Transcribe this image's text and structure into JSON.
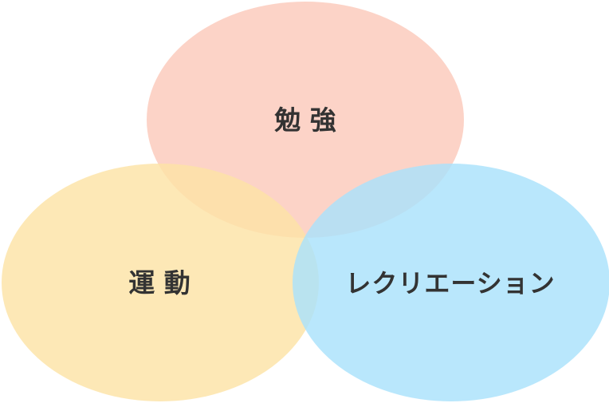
{
  "diagram": {
    "type": "venn",
    "sets": [
      {
        "id": "study",
        "label": "勉 強",
        "color": "#fbc9bb"
      },
      {
        "id": "exercise",
        "label": "運 動",
        "color": "#fde3a6"
      },
      {
        "id": "recreation",
        "label": "レクリエーション",
        "color": "#a9e2fb"
      }
    ]
  }
}
